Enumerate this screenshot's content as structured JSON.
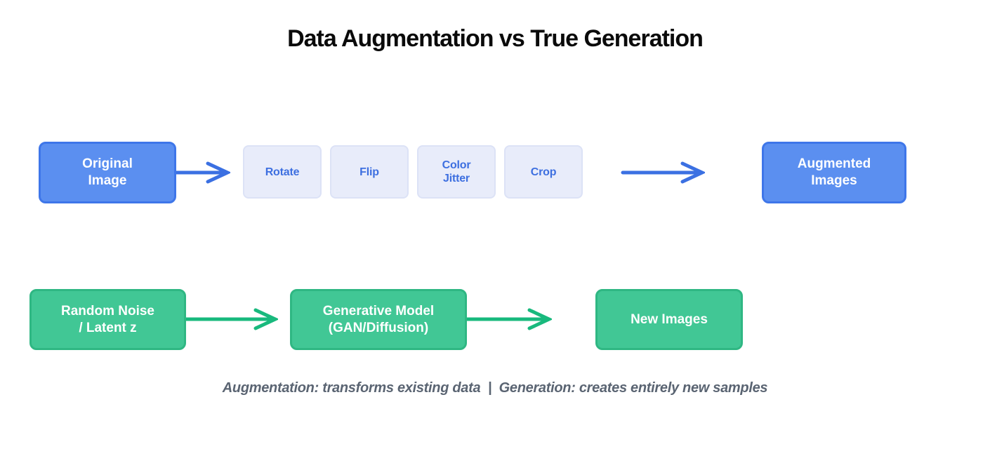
{
  "title": "Data Augmentation vs True Generation",
  "colors": {
    "blue-fill": "#5B8FF0",
    "blue-border": "#3E76E9",
    "arrow-blue": "#3B70E2",
    "chip-fill": "#E8ECFA",
    "chip-border": "#DCE2F6",
    "chip-text": "#3D6FE0",
    "green-fill": "#41C795",
    "green-border": "#2FB783",
    "arrow-green": "#18B97D",
    "caption-text": "#5A6472",
    "title-text": "#0A0A0A",
    "box-text": "#FFFFFF"
  },
  "augmentation_row": {
    "source": "Original\nImage",
    "operations": [
      "Rotate",
      "Flip",
      "Color\nJitter",
      "Crop"
    ],
    "result": "Augmented\nImages"
  },
  "generation_row": {
    "source": "Random Noise\n/ Latent z",
    "model": "Generative Model\n(GAN/Diffusion)",
    "result": "New Images"
  },
  "caption": "Augmentation: transforms existing data  |  Generation: creates entirely new samples"
}
